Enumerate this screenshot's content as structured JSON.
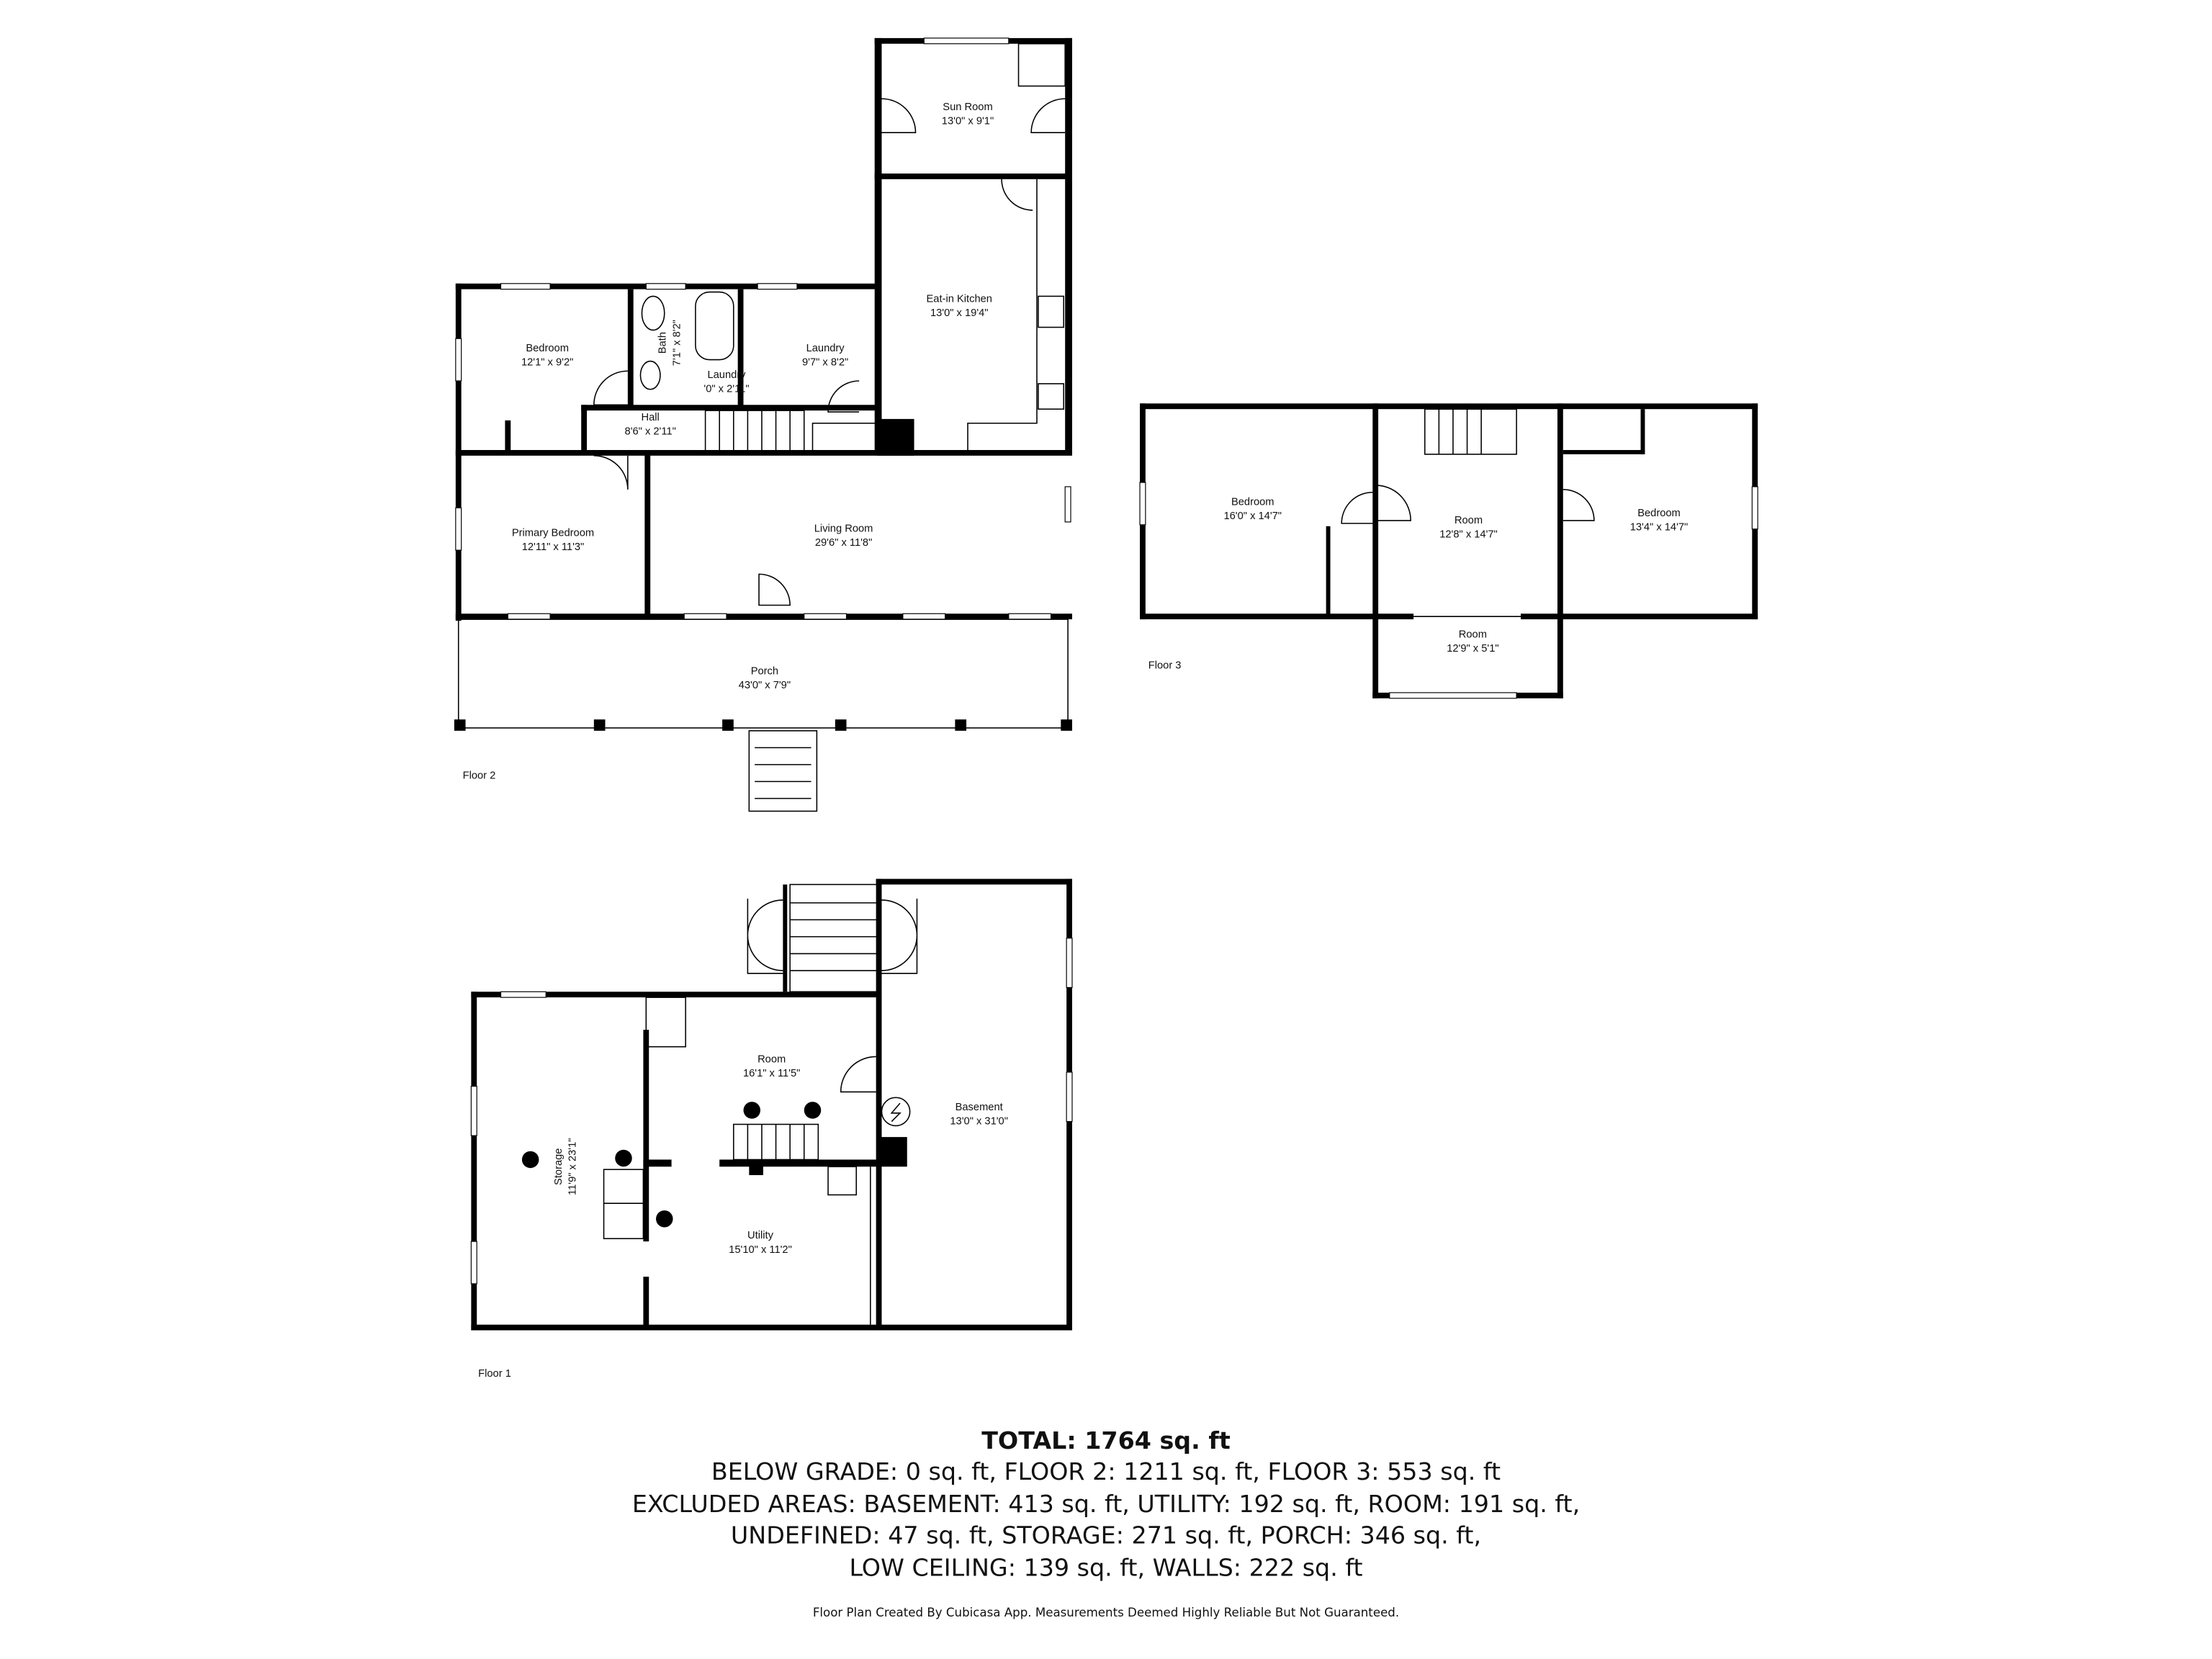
{
  "floors": {
    "floor2": {
      "label": "Floor 2",
      "rooms": [
        {
          "name": "Sun Room",
          "dims": "13'0\" x 9'1\""
        },
        {
          "name": "Eat-in Kitchen",
          "dims": "13'0\" x 19'4\""
        },
        {
          "name": "Bedroom",
          "dims": "12'1\" x 9'2\""
        },
        {
          "name": "Bath",
          "dims": "7'1\" x 8'2\""
        },
        {
          "name": "Laundry",
          "dims": "9'7\" x 8'2\""
        },
        {
          "name": "Laundry",
          "dims": "'0\" x 2'11\""
        },
        {
          "name": "Hall",
          "dims": "8'6\" x 2'11\""
        },
        {
          "name": "Primary Bedroom",
          "dims": "12'11\" x 11'3\""
        },
        {
          "name": "Living Room",
          "dims": "29'6\" x 11'8\""
        },
        {
          "name": "Porch",
          "dims": "43'0\" x 7'9\""
        }
      ]
    },
    "floor3": {
      "label": "Floor 3",
      "rooms": [
        {
          "name": "Bedroom",
          "dims": "16'0\" x 14'7\""
        },
        {
          "name": "Room",
          "dims": "12'8\" x 14'7\""
        },
        {
          "name": "Bedroom",
          "dims": "13'4\" x 14'7\""
        },
        {
          "name": "Room",
          "dims": "12'9\" x 5'1\""
        }
      ]
    },
    "floor1": {
      "label": "Floor 1",
      "rooms": [
        {
          "name": "Room",
          "dims": "16'1\" x 11'5\""
        },
        {
          "name": "Basement",
          "dims": "13'0\" x 31'0\""
        },
        {
          "name": "Storage",
          "dims": "11'9\" x 23'1\""
        },
        {
          "name": "Utility",
          "dims": "15'10\" x 11'2\""
        }
      ]
    }
  },
  "summary": {
    "total": "TOTAL: 1764 sq. ft",
    "lines": [
      "BELOW GRADE: 0 sq. ft, FLOOR 2: 1211 sq. ft, FLOOR 3: 553 sq. ft",
      "EXCLUDED AREAS: BASEMENT: 413 sq. ft, UTILITY: 192 sq. ft, ROOM: 191 sq. ft,",
      "UNDEFINED: 47 sq. ft, STORAGE: 271 sq. ft, PORCH: 346 sq. ft,",
      "LOW CEILING: 139 sq. ft, WALLS: 222 sq. ft"
    ],
    "disclaimer": "Floor Plan Created By Cubicasa App. Measurements Deemed Highly Reliable But Not Guaranteed."
  }
}
